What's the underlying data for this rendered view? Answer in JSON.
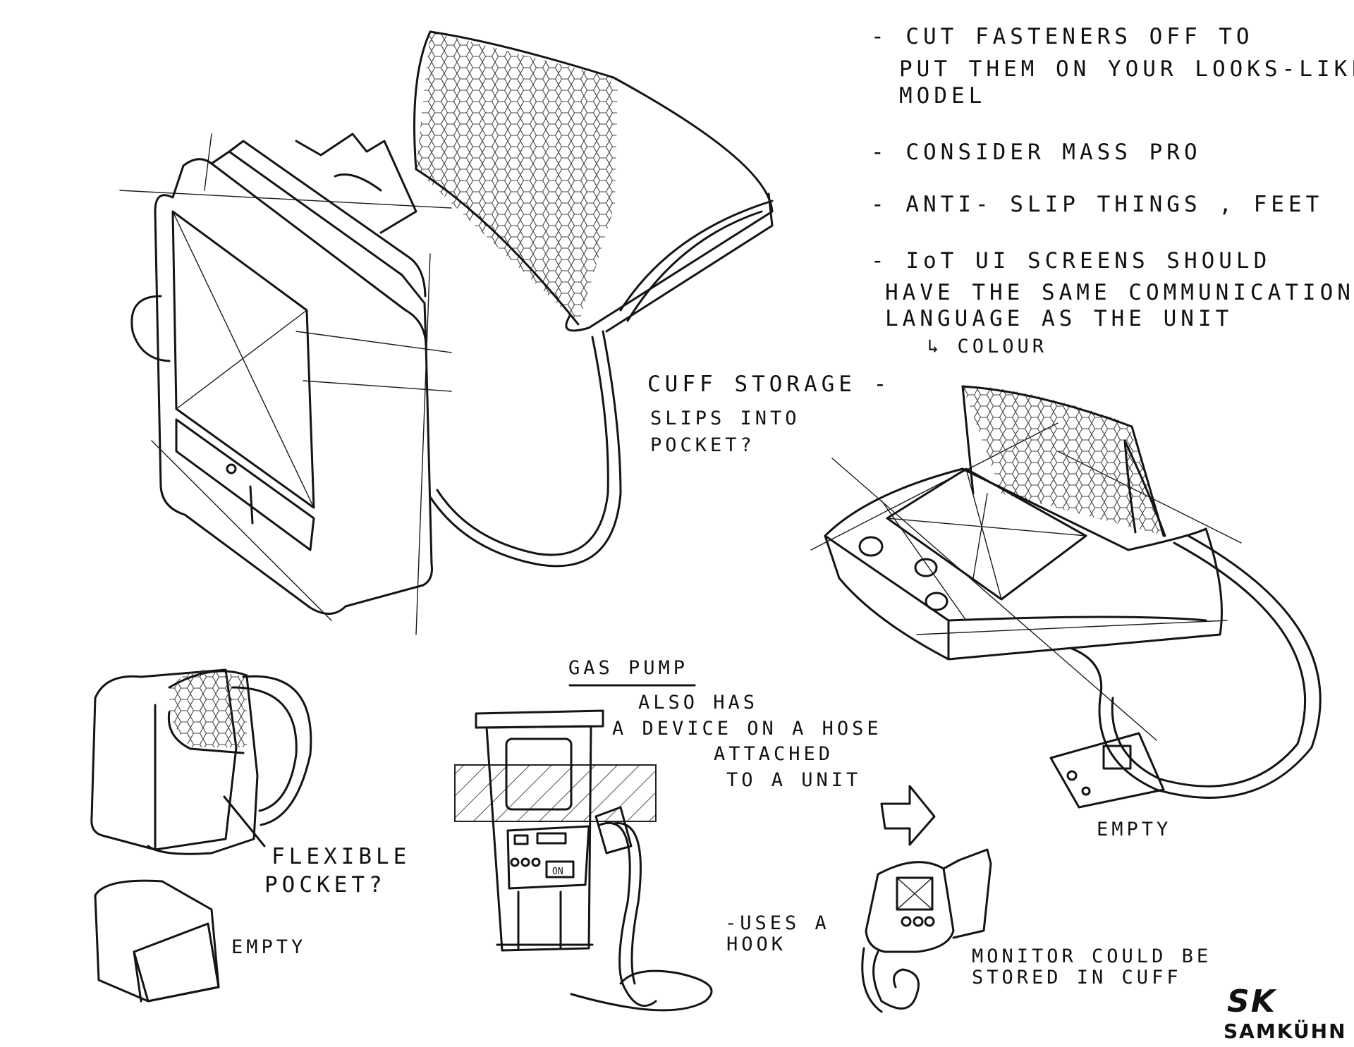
{
  "notes": {
    "line1a": "- CUT FASTENERS OFF TO",
    "line1b": "PUT THEM ON YOUR LOOKS-LIKE",
    "line1c": "MODEL",
    "line2": "- CONSIDER MASS PRO",
    "line3": "- ANTI- SLIP THINGS , FEET",
    "line4a": "- IoT UI SCREENS SHOULD",
    "line4b": "HAVE THE SAME COMMUNICATION",
    "line4c": "LANGUAGE AS THE UNIT",
    "line4d": "↳ COLOUR"
  },
  "labels": {
    "cuff_storage": "CUFF STORAGE -",
    "slips_into": "SLIPS INTO",
    "pocket_q": "POCKET?",
    "gas_pump": "GAS PUMP",
    "also_has": "ALSO HAS",
    "device_hose": "A DEVICE ON A HOSE",
    "attached": "ATTACHED",
    "to_unit": "TO A UNIT",
    "flexible": "FLEXIBLE",
    "flex_pocket": "POCKET?",
    "empty_left": "EMPTY",
    "uses_a": "-USES A",
    "hook": "HOOK",
    "empty_right": "EMPTY",
    "monitor_could": "MONITOR COULD BE",
    "stored_in": "STORED IN CUFF",
    "pump_screen": "ON"
  },
  "signature": {
    "initials": "SK",
    "name": "SAMKÜHN"
  }
}
